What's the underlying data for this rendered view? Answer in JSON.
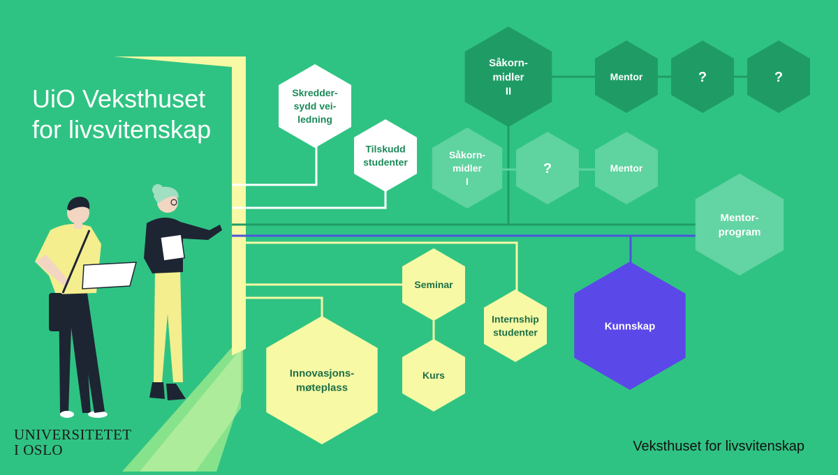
{
  "title": {
    "line1": "UiO Veksthuset",
    "line2": "for livsvitenskap"
  },
  "logo": {
    "line1": "UNIVERSITETET",
    "line2": "I OSLO"
  },
  "footer": "Veksthuset for livsvitenskap",
  "colors": {
    "background": "#2fc383",
    "yellow": "#f7f9a5",
    "white": "#ffffff",
    "dark_green": "#1f9c66",
    "light_green": "#5fd3a0",
    "mentorprogram": "#63d4a3",
    "purple": "#5b48e8",
    "purple_line": "#4a54d8",
    "text_white": "#ffffff",
    "text_green": "#1b8a58",
    "text_dark_green": "#1e6f47"
  },
  "nodes": {
    "skreddersydd": {
      "lines": [
        "Skredder-",
        "sydd vei-",
        "ledning"
      ]
    },
    "tilskudd": {
      "lines": [
        "Tilskudd",
        "studenter"
      ]
    },
    "sakorn2": {
      "lines": [
        "Såkorn-",
        "midler",
        "II"
      ]
    },
    "mentor_top": {
      "lines": [
        "Mentor"
      ]
    },
    "q1": {
      "lines": [
        "?"
      ]
    },
    "q2": {
      "lines": [
        "?"
      ]
    },
    "sakorn1": {
      "lines": [
        "Såkorn-",
        "midler",
        "I"
      ]
    },
    "q3": {
      "lines": [
        "?"
      ]
    },
    "mentor_mid": {
      "lines": [
        "Mentor"
      ]
    },
    "mentorprogram": {
      "lines": [
        "Mentor-",
        "program"
      ]
    },
    "kunnskap": {
      "lines": [
        "Kunnskap"
      ]
    },
    "seminar": {
      "lines": [
        "Seminar"
      ]
    },
    "internship": {
      "lines": [
        "Internship",
        "studenter"
      ]
    },
    "kurs": {
      "lines": [
        "Kurs"
      ]
    },
    "innovasjon": {
      "lines": [
        "Innovasjons-",
        "møteplass"
      ]
    }
  }
}
